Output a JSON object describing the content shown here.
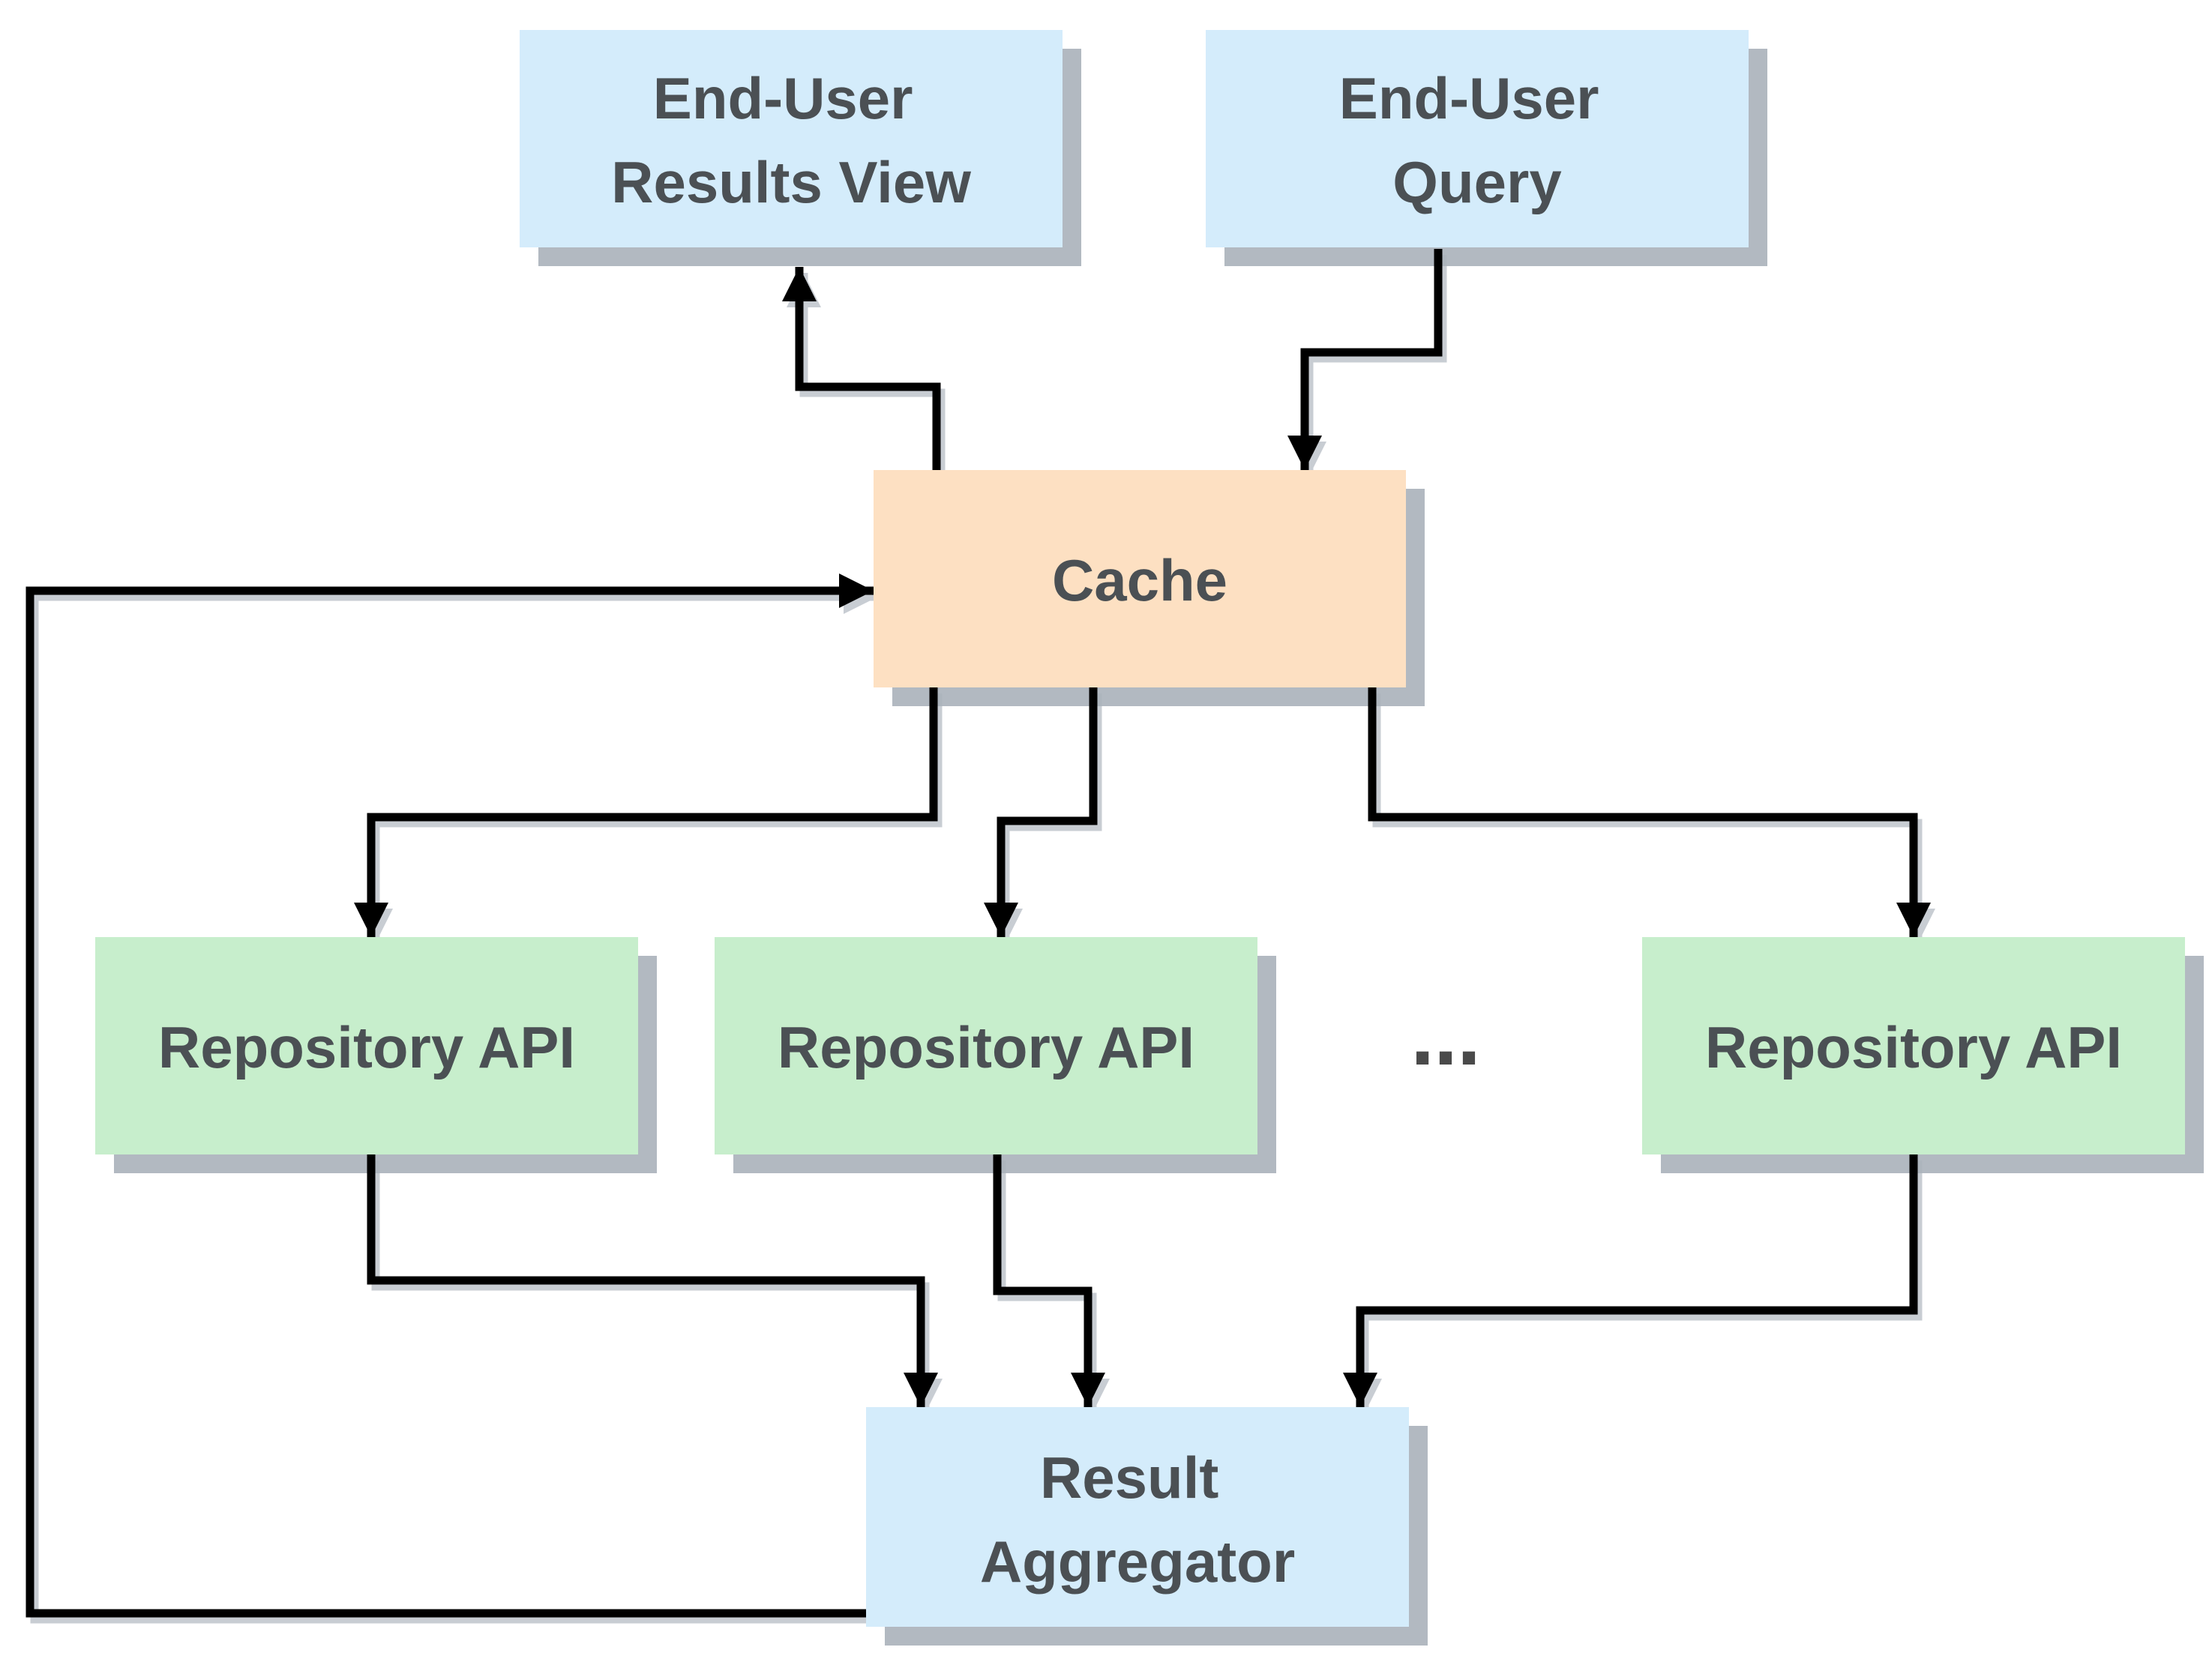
{
  "diagram": {
    "type": "flowchart",
    "nodes": {
      "end_user_results_view": {
        "label_lines": [
          "End-User",
          "Results View"
        ],
        "fill": "#d4ecfb"
      },
      "end_user_query": {
        "label_lines": [
          "End-User",
          "Query"
        ],
        "fill": "#d4ecfb"
      },
      "cache": {
        "label": "Cache",
        "fill": "#fde0c2"
      },
      "repository_api_1": {
        "label": "Repository API",
        "fill": "#c7eecc"
      },
      "repository_api_2": {
        "label": "Repository API",
        "fill": "#c7eecc"
      },
      "repository_api_3": {
        "label": "Repository API",
        "fill": "#c7eecc"
      },
      "result_aggregator": {
        "label_lines": [
          "Result",
          "Aggregator"
        ],
        "fill": "#d4ecfb"
      }
    },
    "ellipsis": "...",
    "edges": [
      {
        "from": "end_user_query",
        "to": "cache"
      },
      {
        "from": "cache",
        "to": "end_user_results_view"
      },
      {
        "from": "cache",
        "to": "repository_api_1"
      },
      {
        "from": "cache",
        "to": "repository_api_2"
      },
      {
        "from": "cache",
        "to": "repository_api_3"
      },
      {
        "from": "repository_api_1",
        "to": "result_aggregator"
      },
      {
        "from": "repository_api_2",
        "to": "result_aggregator"
      },
      {
        "from": "repository_api_3",
        "to": "result_aggregator"
      },
      {
        "from": "result_aggregator",
        "to": "cache"
      }
    ],
    "colors": {
      "line": "#000000",
      "shadow": "#b2b9c1",
      "text": "#4b5054",
      "ellipsis": "#4a4a4a",
      "background": "#ffffff"
    }
  }
}
